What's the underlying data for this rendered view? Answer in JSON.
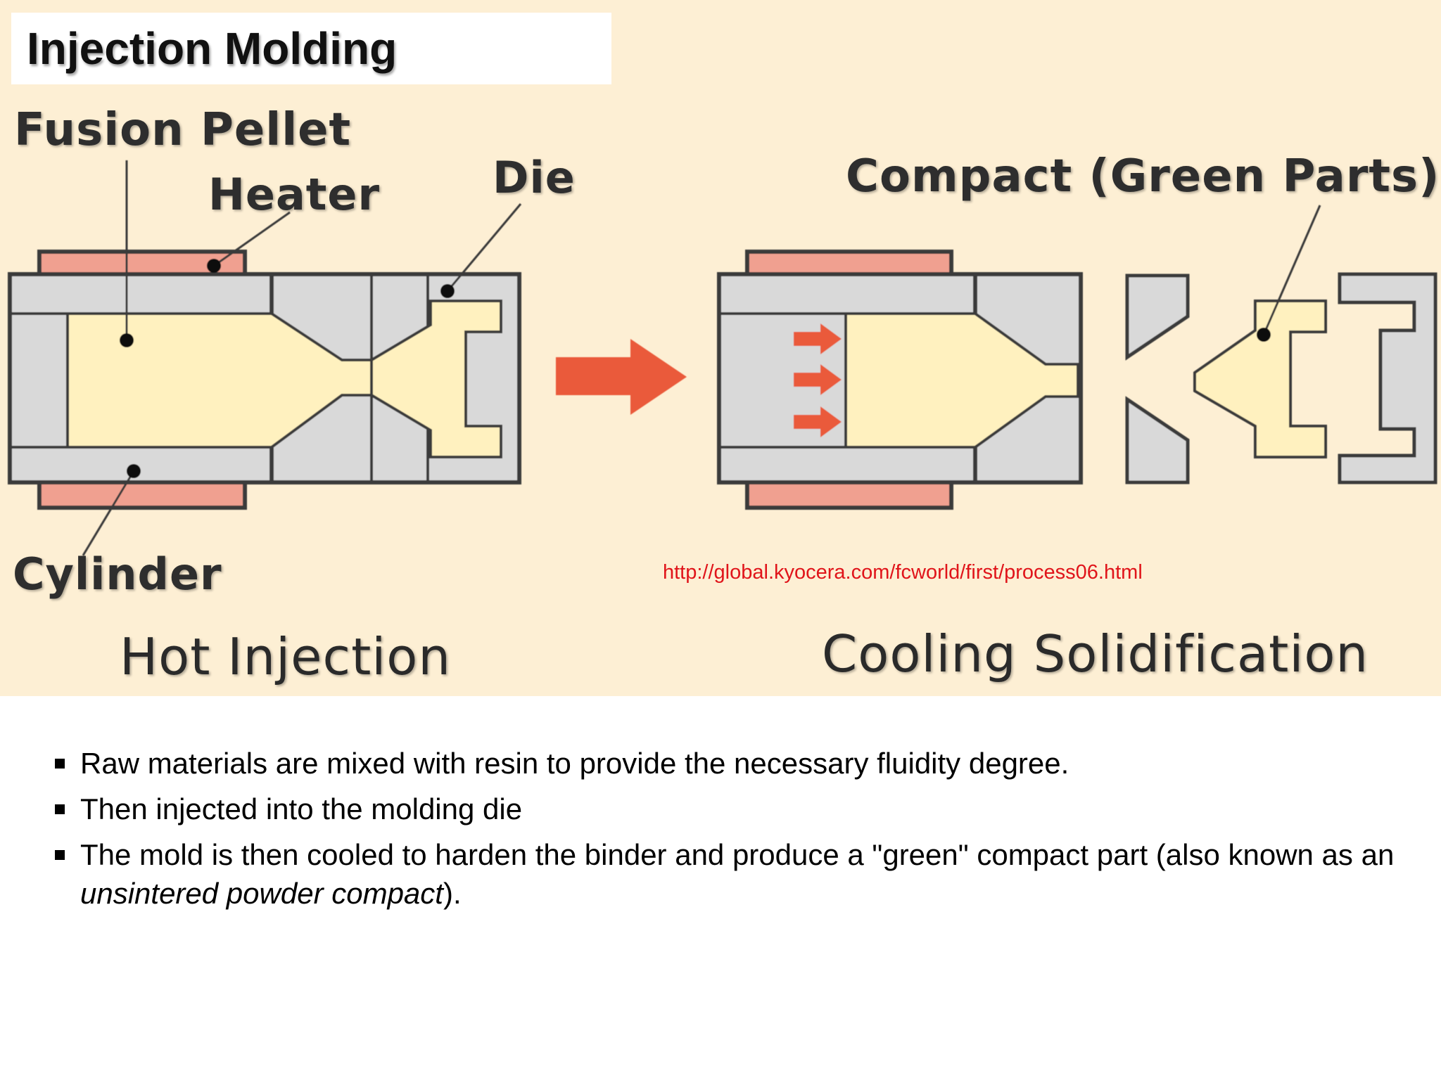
{
  "slide": {
    "title": "Injection Molding"
  },
  "figure": {
    "labels": {
      "fusion_pellet": "Fusion Pellet",
      "heater": "Heater",
      "die": "Die",
      "compact": "Compact (Green Parts)",
      "cylinder": "Cylinder",
      "hot_injection": "Hot Injection",
      "cooling_solidification": "Cooling Solidification"
    },
    "source_url": "http://global.kyocera.com/fcworld/first/process06.html",
    "colors": {
      "background": "#fdefd4",
      "heater": "#f0a090",
      "metal": "#d9d9d9",
      "material": "#fff1bf",
      "arrow": "#ea5a3a",
      "outline": "#3a3a3a"
    }
  },
  "bullets": [
    {
      "text": "Raw materials are mixed with resin  to provide the necessary fluidity degree."
    },
    {
      "text": "Then injected into the molding die"
    },
    {
      "text_before": "The mold is then cooled to harden the binder and produce a \"green\" compact part (also known as an ",
      "text_italic": "unsintered powder compact",
      "text_after": ")."
    }
  ]
}
